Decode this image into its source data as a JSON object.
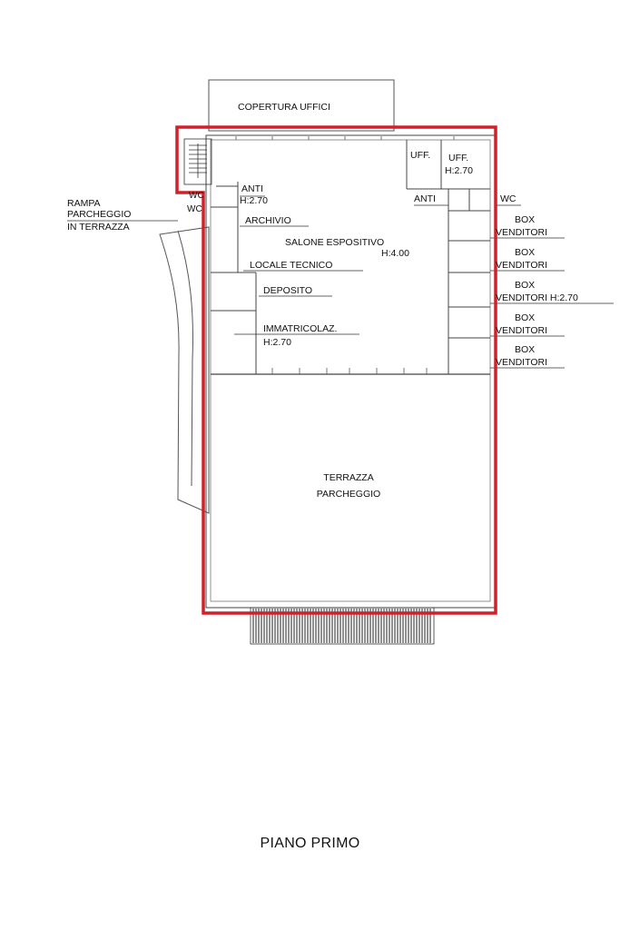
{
  "page": {
    "title": "PIANO PRIMO"
  },
  "colors": {
    "boundary": "#d0202a",
    "linework": "#333333"
  },
  "labels": {
    "copertura_uffici": "COPERTURA  UFFICI",
    "rampa_1": "RAMPA",
    "rampa_2": "PARCHEGGIO",
    "rampa_3": "IN TERRAZZA",
    "wc_left_1": "WC",
    "wc_left_2": "WC",
    "anti_left": "ANTI",
    "anti_left_h": "H:2.70",
    "archivio": "ARCHIVIO",
    "salone": "SALONE ESPOSITIVO",
    "salone_h": "H:4.00",
    "locale_tecnico": "LOCALE TECNICO",
    "deposito": "DEPOSITO",
    "immatricolaz": "IMMATRICOLAZ.",
    "immatricolaz_h": "H:2.70",
    "uff_1": "UFF.",
    "uff_2": "UFF.",
    "uff_h": "H:2.70",
    "anti_right": "ANTI",
    "wc_right": "WC",
    "box_1a": "BOX",
    "box_1b": "VENDITORI",
    "box_2a": "BOX",
    "box_2b": "VENDITORI",
    "box_3a": "BOX",
    "box_3b": "VENDITORI H:2.70",
    "box_4a": "BOX",
    "box_4b": "VENDITORI",
    "box_5a": "BOX",
    "box_5b": "VENDITORI",
    "terrazza_1": "TERRAZZA",
    "terrazza_2": "PARCHEGGIO"
  }
}
